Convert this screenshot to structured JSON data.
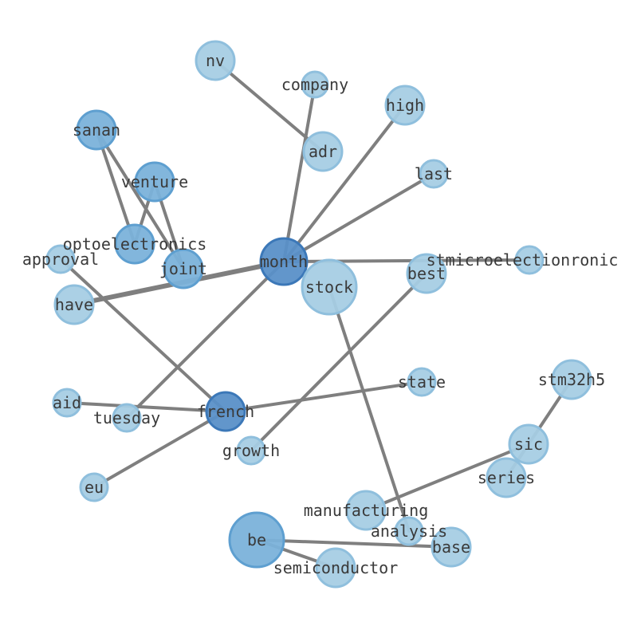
{
  "graph": {
    "colors": {
      "edge": "#7f7f7f",
      "node_light_fill": "#a6cde4",
      "node_light_stroke": "#8fbfdd",
      "node_mid_fill": "#7bb2da",
      "node_mid_stroke": "#5e9fd0",
      "node_dark_fill": "#5a90c8",
      "node_dark_stroke": "#3c78b8",
      "label": "#3a3a3a"
    },
    "nodes": [
      {
        "id": "nv",
        "label": "nv",
        "shade": "light"
      },
      {
        "id": "company",
        "label": "company",
        "shade": "light"
      },
      {
        "id": "high",
        "label": "high",
        "shade": "light"
      },
      {
        "id": "adr",
        "label": "adr",
        "shade": "light"
      },
      {
        "id": "sanan",
        "label": "sanan",
        "shade": "mid"
      },
      {
        "id": "last",
        "label": "last",
        "shade": "light"
      },
      {
        "id": "venture",
        "label": "venture",
        "shade": "mid"
      },
      {
        "id": "optoelectronics",
        "label": "optoelectronics",
        "shade": "mid"
      },
      {
        "id": "approval",
        "label": "approval",
        "shade": "light"
      },
      {
        "id": "joint",
        "label": "joint",
        "shade": "mid"
      },
      {
        "id": "month",
        "label": "month",
        "shade": "dark"
      },
      {
        "id": "stmicroelectionronic",
        "label": "stmicroelectionronic",
        "shade": "light"
      },
      {
        "id": "best",
        "label": "best",
        "shade": "light"
      },
      {
        "id": "stock",
        "label": "stock",
        "shade": "light"
      },
      {
        "id": "have",
        "label": "have",
        "shade": "light"
      },
      {
        "id": "state",
        "label": "state",
        "shade": "light"
      },
      {
        "id": "stm32h5",
        "label": "stm32h5",
        "shade": "light"
      },
      {
        "id": "aid",
        "label": "aid",
        "shade": "light"
      },
      {
        "id": "french",
        "label": "french",
        "shade": "dark"
      },
      {
        "id": "tuesday",
        "label": "tuesday",
        "shade": "light"
      },
      {
        "id": "sic",
        "label": "sic",
        "shade": "light"
      },
      {
        "id": "growth",
        "label": "growth",
        "shade": "light"
      },
      {
        "id": "series",
        "label": "series",
        "shade": "light"
      },
      {
        "id": "eu",
        "label": "eu",
        "shade": "light"
      },
      {
        "id": "manufacturing",
        "label": "manufacturing",
        "shade": "light"
      },
      {
        "id": "analysis",
        "label": "analysis",
        "shade": "light"
      },
      {
        "id": "be",
        "label": "be",
        "shade": "mid"
      },
      {
        "id": "base",
        "label": "base",
        "shade": "light"
      },
      {
        "id": "semiconductor",
        "label": "semiconductor",
        "shade": "light"
      }
    ],
    "edges": [
      {
        "source": "nv",
        "target": "adr",
        "weight": 1
      },
      {
        "source": "company",
        "target": "month",
        "weight": 1
      },
      {
        "source": "high",
        "target": "month",
        "weight": 1
      },
      {
        "source": "last",
        "target": "month",
        "weight": 1
      },
      {
        "source": "stmicroelectionronic",
        "target": "month",
        "weight": 1
      },
      {
        "source": "have",
        "target": "month",
        "weight": 2
      },
      {
        "source": "tuesday",
        "target": "month",
        "weight": 1
      },
      {
        "source": "sanan",
        "target": "optoelectronics",
        "weight": 1
      },
      {
        "source": "sanan",
        "target": "joint",
        "weight": 1
      },
      {
        "source": "venture",
        "target": "optoelectronics",
        "weight": 1
      },
      {
        "source": "venture",
        "target": "joint",
        "weight": 1
      },
      {
        "source": "approval",
        "target": "french",
        "weight": 1
      },
      {
        "source": "aid",
        "target": "french",
        "weight": 1
      },
      {
        "source": "state",
        "target": "french",
        "weight": 1
      },
      {
        "source": "eu",
        "target": "french",
        "weight": 1
      },
      {
        "source": "best",
        "target": "growth",
        "weight": 1
      },
      {
        "source": "stock",
        "target": "analysis",
        "weight": 1
      },
      {
        "source": "stm32h5",
        "target": "series",
        "weight": 1
      },
      {
        "source": "sic",
        "target": "manufacturing",
        "weight": 1
      },
      {
        "source": "be",
        "target": "base",
        "weight": 1
      },
      {
        "source": "be",
        "target": "semiconductor",
        "weight": 1
      }
    ]
  }
}
